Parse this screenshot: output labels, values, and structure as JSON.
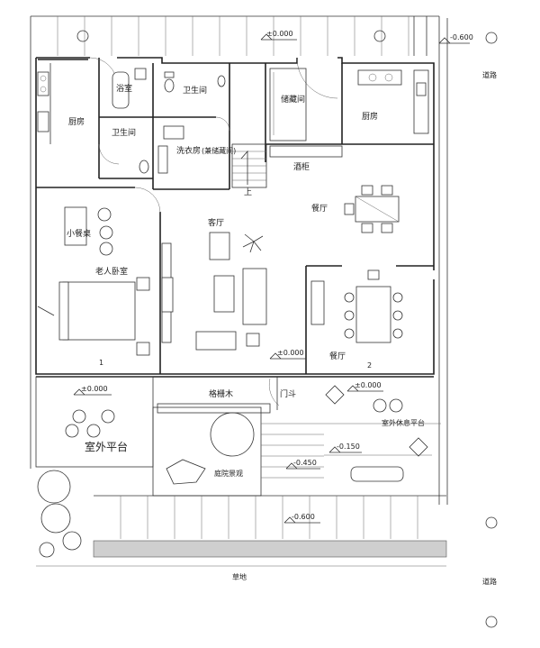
{
  "rooms": {
    "kitchen_left": "厨房",
    "bathroom_small": "浴室",
    "toilet_top": "卫生间",
    "toilet_left": "卫生间",
    "laundry": "洗衣房",
    "laundry_note": "(兼储藏间)",
    "storage": "储藏间",
    "kitchen_right": "厨房",
    "wine_cabinet": "酒柜",
    "dining_top": "餐厅",
    "living": "客厅",
    "small_dining": "小餐桌",
    "elder_bedroom": "老人卧室",
    "dining_bottom": "餐厅",
    "door_bucket": "门斗",
    "terrace_left": "室外平台",
    "terrace_right": "室外休息平台",
    "garden": "庭院景观",
    "pergola": "格栅木",
    "lawn": "草地",
    "road_top": "道路",
    "road_bottom": "道路",
    "stair_up": "上"
  },
  "levels": {
    "top_entry": "±0.000",
    "top_right": "-0.600",
    "living": "±0.000",
    "terrace_left": "±0.000",
    "terrace_right": "±0.000",
    "step_150": "-0.150",
    "step_450": "-0.450",
    "bottom": "-0.600"
  },
  "markers": {
    "section_1": "1",
    "section_2": "2"
  },
  "colors": {
    "line": "#222222",
    "background": "#ffffff"
  }
}
